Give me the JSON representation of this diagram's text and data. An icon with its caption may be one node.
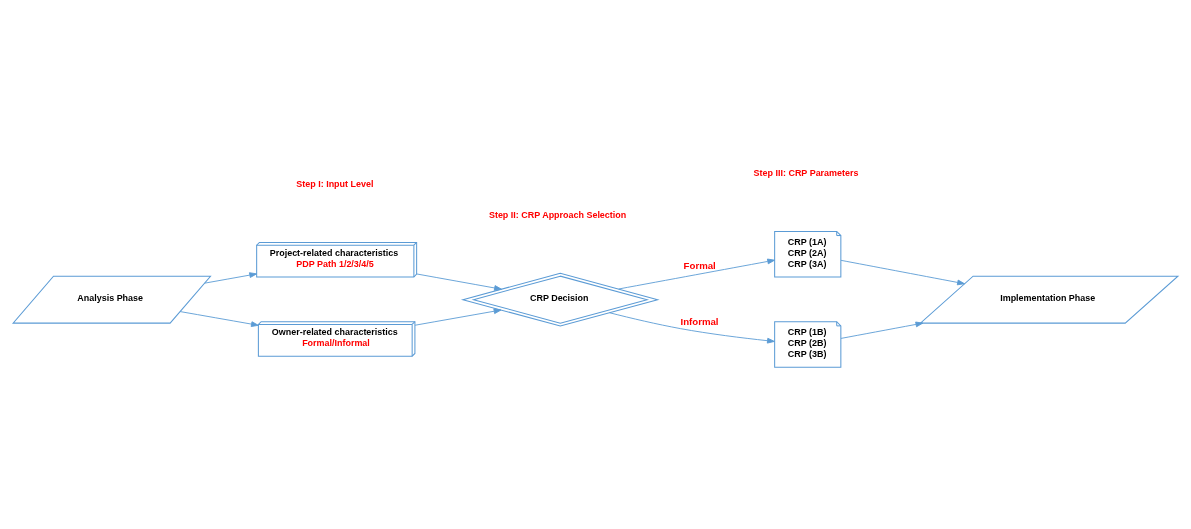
{
  "diagram": {
    "nodes": [
      {
        "text": [
          "Analysis Phase"
        ]
      },
      {
        "text": [
          "Project-related characteristics",
          "PDP Path 1/2/3/4/5"
        ]
      },
      {
        "text": [
          "Owner-related characteristics",
          "Formal/Informal"
        ]
      },
      {
        "text": [
          "CRP Decision"
        ]
      },
      {
        "text": [
          "CRP (1A)",
          "CRP (2A)",
          "CRP (3A)"
        ]
      },
      {
        "text": [
          "CRP (1B)",
          "CRP (2B)",
          "CRP (3B)"
        ]
      },
      {
        "text": [
          "Implementation Phase"
        ]
      }
    ],
    "edges": [
      {
        "from": 0,
        "to": 1,
        "arrow": "to"
      },
      {
        "from": 0,
        "to": 2,
        "arrow": "to"
      },
      {
        "from": 1,
        "to": 3,
        "arrow": "to"
      },
      {
        "from": 2,
        "to": 3,
        "arrow": "to"
      },
      {
        "from": 3,
        "to": 4,
        "arrow": "to",
        "label": "Formal"
      },
      {
        "from": 3,
        "to": 5,
        "arrow": "to",
        "label": "Informal"
      },
      {
        "from": 4,
        "to": 6,
        "arrow": "to"
      },
      {
        "from": 5,
        "to": 6,
        "arrow": "to"
      }
    ],
    "labels": [
      "Step I: Input Level",
      "Step II: CRP Approach Selection",
      "Step III: CRP Parameters"
    ]
  }
}
